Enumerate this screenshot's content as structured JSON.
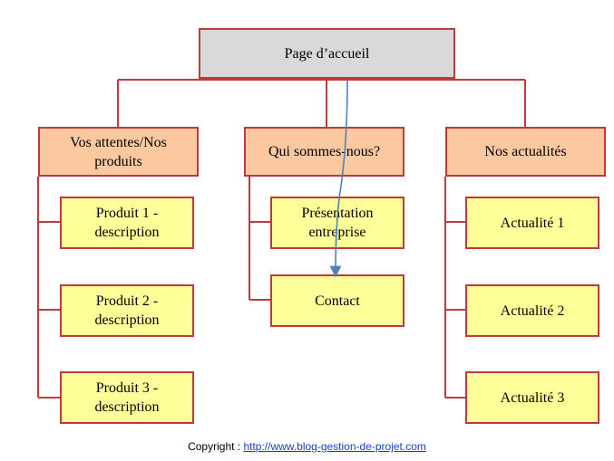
{
  "colors": {
    "connector": "#c0393b",
    "root_fill": "#d9d9d9",
    "category_fill": "#fbc8a0",
    "leaf_fill": "#ffff99",
    "arrow": "#4f81bd",
    "link": "#1a3fbf"
  },
  "root": {
    "label": "Page d’accueil"
  },
  "categories": [
    {
      "label": "Vos attentes/Nos\nproduits",
      "children": [
        "Produit 1 -\ndescription",
        "Produit 2 -\ndescription",
        "Produit 3 -\ndescription"
      ]
    },
    {
      "label": "Qui sommes-nous?",
      "children": [
        "Présentation\nentreprise",
        "Contact"
      ]
    },
    {
      "label": "Nos actualités",
      "children": [
        "Actualité  1",
        "Actualité  2",
        "Actualité  3"
      ]
    }
  ],
  "footer": {
    "prefix": "Copyright : ",
    "link_text": "http://www.blog-gestion-de-projet.com"
  }
}
